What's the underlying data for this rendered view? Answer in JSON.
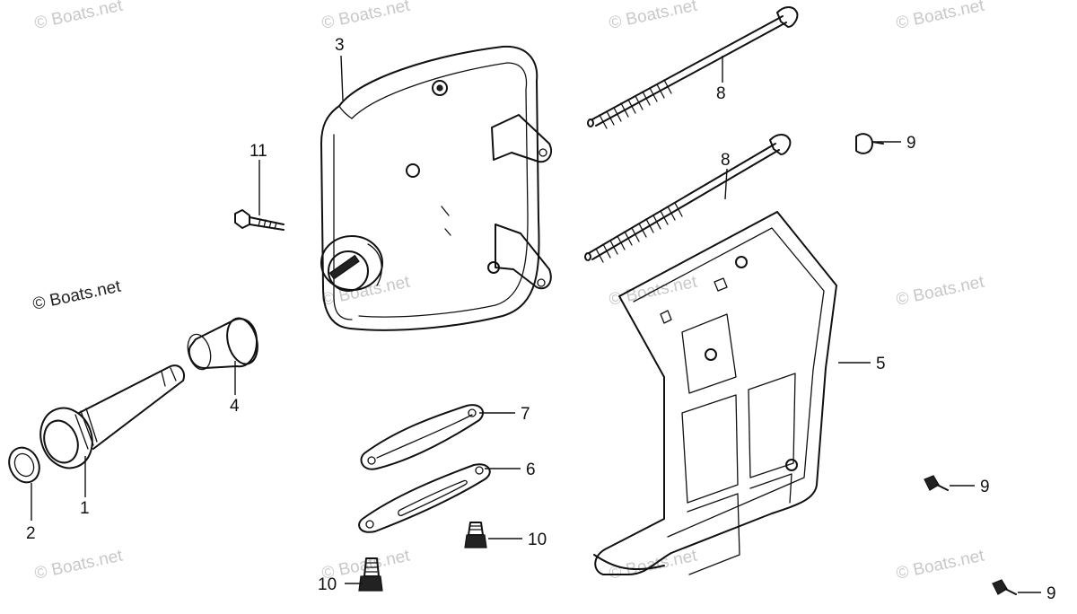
{
  "watermark": {
    "text": "© Boats.net",
    "primary_text": "© Boats.net"
  },
  "callouts": {
    "c1": "1",
    "c2": "2",
    "c3": "3",
    "c4": "4",
    "c5": "5",
    "c6": "6",
    "c7": "7",
    "c8a": "8",
    "c8b": "8",
    "c9a": "9",
    "c9b": "9",
    "c9c": "9",
    "c10a": "10",
    "c10b": "10",
    "c11": "11"
  },
  "colors": {
    "ink": "#111111",
    "watermark": "#c8c8c8",
    "background": "#ffffff"
  }
}
